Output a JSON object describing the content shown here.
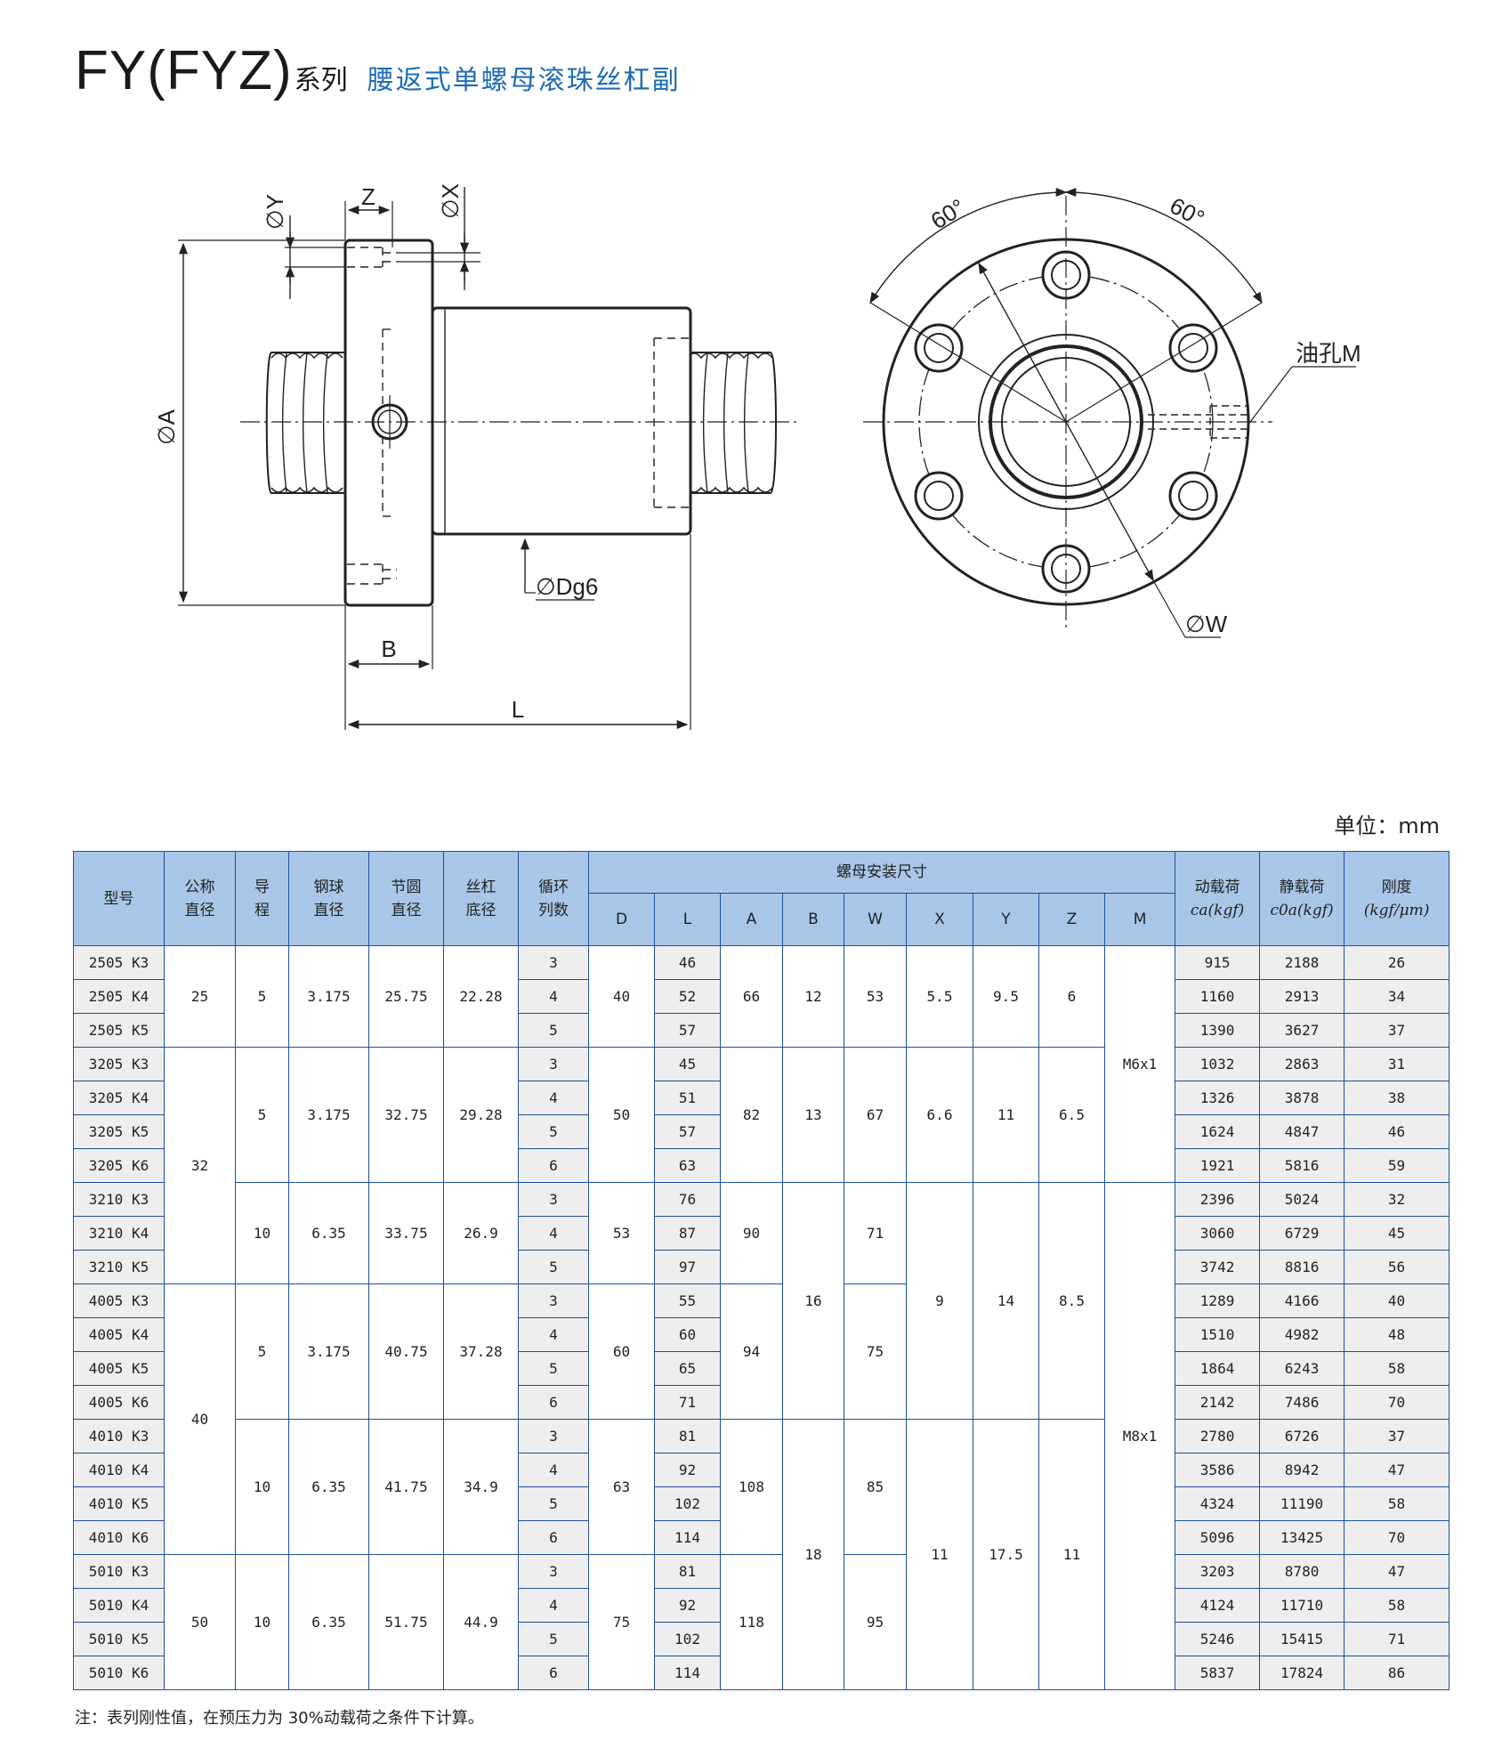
{
  "title": {
    "model": "FY(FYZ)",
    "series": "系列",
    "name": "腰返式单螺母滚珠丝杠副"
  },
  "drawing": {
    "labels": {
      "phi_y": "∅Y",
      "z": "Z",
      "phi_x": "∅X",
      "phi_a": "∅A",
      "phi_dg6": "∅Dg6",
      "b": "B",
      "l": "L",
      "angle1": "60°",
      "angle2": "60°",
      "oil_hole": "油孔M",
      "phi_w": "∅W"
    }
  },
  "unit": "单位：mm",
  "table": {
    "headers": {
      "model": "型号",
      "nominal_dia": "公称直径",
      "lead": "导程",
      "ball_dia": "钢球直径",
      "pitch_dia": "节圆直径",
      "root_dia": "丝杠底径",
      "circuits": "循环列数",
      "install_dims": "螺母安装尺寸",
      "sub": [
        "D",
        "L",
        "A",
        "B",
        "W",
        "X",
        "Y",
        "Z",
        "M"
      ],
      "dyn_load": "动载荷",
      "dyn_load_sym": "ca(kgf)",
      "static_load": "静载荷",
      "static_load_sym": "c0a(kgf)",
      "stiffness": "刚度",
      "stiffness_sym": "(kgf/μm)"
    },
    "rows": [
      [
        "2505 K3",
        "25",
        "5",
        "3.175",
        "25.75",
        "22.28",
        "3",
        "40",
        "46",
        "66",
        "12",
        "53",
        "5.5",
        "9.5",
        "6",
        "M6x1",
        "915",
        "2188",
        "26"
      ],
      [
        "2505 K4",
        "25",
        "5",
        "3.175",
        "25.75",
        "22.28",
        "4",
        "40",
        "52",
        "66",
        "12",
        "53",
        "5.5",
        "9.5",
        "6",
        "M6x1",
        "1160",
        "2913",
        "34"
      ],
      [
        "2505 K5",
        "25",
        "5",
        "3.175",
        "25.75",
        "22.28",
        "5",
        "40",
        "57",
        "66",
        "12",
        "53",
        "5.5",
        "9.5",
        "6",
        "M6x1",
        "1390",
        "3627",
        "37"
      ],
      [
        "3205 K3",
        "32",
        "5",
        "3.175",
        "32.75",
        "29.28",
        "3",
        "50",
        "45",
        "82",
        "13",
        "67",
        "6.6",
        "11",
        "6.5",
        "M6x1",
        "1032",
        "2863",
        "31"
      ],
      [
        "3205 K4",
        "32",
        "5",
        "3.175",
        "32.75",
        "29.28",
        "4",
        "50",
        "51",
        "82",
        "13",
        "67",
        "6.6",
        "11",
        "6.5",
        "M6x1",
        "1326",
        "3878",
        "38"
      ],
      [
        "3205 K5",
        "32",
        "5",
        "3.175",
        "32.75",
        "29.28",
        "5",
        "50",
        "57",
        "82",
        "13",
        "67",
        "6.6",
        "11",
        "6.5",
        "M6x1",
        "1624",
        "4847",
        "46"
      ],
      [
        "3205 K6",
        "32",
        "5",
        "3.175",
        "32.75",
        "29.28",
        "6",
        "50",
        "63",
        "82",
        "13",
        "67",
        "6.6",
        "11",
        "6.5",
        "M6x1",
        "1921",
        "5816",
        "59"
      ],
      [
        "3210 K3",
        "32",
        "10",
        "6.35",
        "33.75",
        "26.9",
        "3",
        "53",
        "76",
        "90",
        "16",
        "71",
        "9",
        "14",
        "8.5",
        "M8x1",
        "2396",
        "5024",
        "32"
      ],
      [
        "3210 K4",
        "32",
        "10",
        "6.35",
        "33.75",
        "26.9",
        "4",
        "53",
        "87",
        "90",
        "16",
        "71",
        "9",
        "14",
        "8.5",
        "M8x1",
        "3060",
        "6729",
        "45"
      ],
      [
        "3210 K5",
        "32",
        "10",
        "6.35",
        "33.75",
        "26.9",
        "5",
        "53",
        "97",
        "90",
        "16",
        "71",
        "9",
        "14",
        "8.5",
        "M8x1",
        "3742",
        "8816",
        "56"
      ],
      [
        "4005 K3",
        "40",
        "5",
        "3.175",
        "40.75",
        "37.28",
        "3",
        "60",
        "55",
        "94",
        "16",
        "75",
        "9",
        "14",
        "8.5",
        "M8x1",
        "1289",
        "4166",
        "40"
      ],
      [
        "4005 K4",
        "40",
        "5",
        "3.175",
        "40.75",
        "37.28",
        "4",
        "60",
        "60",
        "94",
        "16",
        "75",
        "9",
        "14",
        "8.5",
        "M8x1",
        "1510",
        "4982",
        "48"
      ],
      [
        "4005 K5",
        "40",
        "5",
        "3.175",
        "40.75",
        "37.28",
        "5",
        "60",
        "65",
        "94",
        "16",
        "75",
        "9",
        "14",
        "8.5",
        "M8x1",
        "1864",
        "6243",
        "58"
      ],
      [
        "4005 K6",
        "40",
        "5",
        "3.175",
        "40.75",
        "37.28",
        "6",
        "60",
        "71",
        "94",
        "16",
        "75",
        "9",
        "14",
        "8.5",
        "M8x1",
        "2142",
        "7486",
        "70"
      ],
      [
        "4010 K3",
        "40",
        "10",
        "6.35",
        "41.75",
        "34.9",
        "3",
        "63",
        "81",
        "108",
        "18",
        "85",
        "11",
        "17.5",
        "11",
        "M8x1",
        "2780",
        "6726",
        "37"
      ],
      [
        "4010 K4",
        "40",
        "10",
        "6.35",
        "41.75",
        "34.9",
        "4",
        "63",
        "92",
        "108",
        "18",
        "85",
        "11",
        "17.5",
        "11",
        "M8x1",
        "3586",
        "8942",
        "47"
      ],
      [
        "4010 K5",
        "40",
        "10",
        "6.35",
        "41.75",
        "34.9",
        "5",
        "63",
        "102",
        "108",
        "18",
        "85",
        "11",
        "17.5",
        "11",
        "M8x1",
        "4324",
        "11190",
        "58"
      ],
      [
        "4010 K6",
        "40",
        "10",
        "6.35",
        "41.75",
        "34.9",
        "6",
        "63",
        "114",
        "108",
        "18",
        "85",
        "11",
        "17.5",
        "11",
        "M8x1",
        "5096",
        "13425",
        "70"
      ],
      [
        "5010 K3",
        "50",
        "10",
        "6.35",
        "51.75",
        "44.9",
        "3",
        "75",
        "81",
        "118",
        "18",
        "95",
        "11",
        "17.5",
        "11",
        "M8x1",
        "3203",
        "8780",
        "47"
      ],
      [
        "5010 K4",
        "50",
        "10",
        "6.35",
        "51.75",
        "44.9",
        "4",
        "75",
        "92",
        "118",
        "18",
        "95",
        "11",
        "17.5",
        "11",
        "M8x1",
        "4124",
        "11710",
        "58"
      ],
      [
        "5010 K5",
        "50",
        "10",
        "6.35",
        "51.75",
        "44.9",
        "5",
        "75",
        "102",
        "118",
        "18",
        "95",
        "11",
        "17.5",
        "11",
        "M8x1",
        "5246",
        "15415",
        "71"
      ],
      [
        "5010 K6",
        "50",
        "10",
        "6.35",
        "51.75",
        "44.9",
        "6",
        "75",
        "114",
        "118",
        "18",
        "95",
        "11",
        "17.5",
        "11",
        "M8x1",
        "5837",
        "17824",
        "86"
      ]
    ]
  },
  "note": "注：表列刚性值，在预压力为 30%动载荷之条件下计算。"
}
